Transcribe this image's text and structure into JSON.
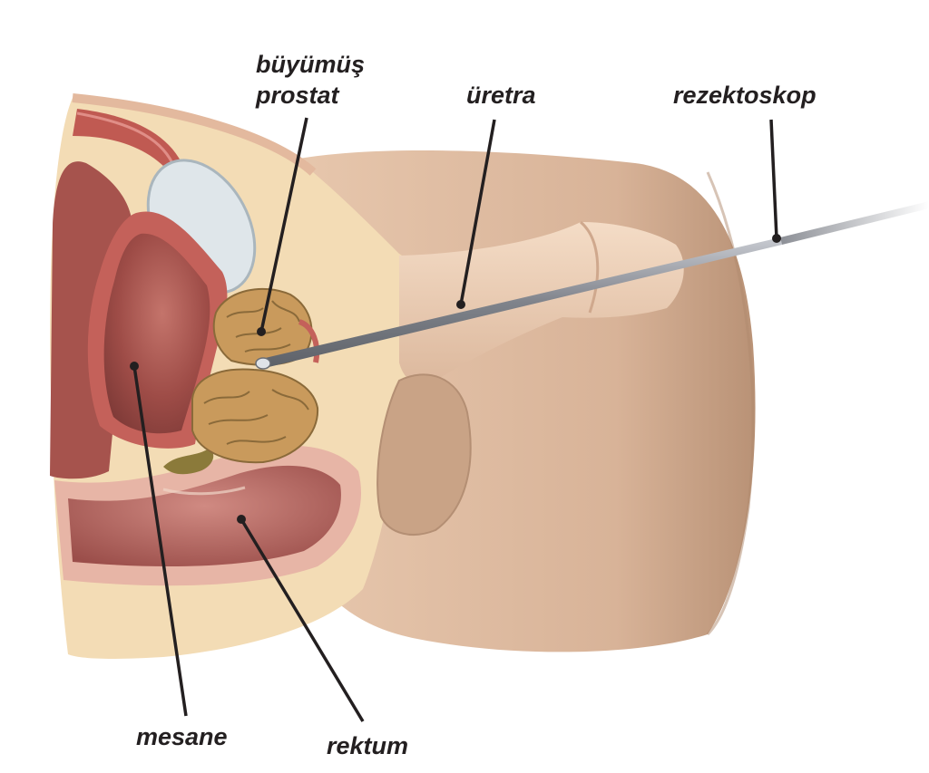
{
  "labels": {
    "prostate_line1": "büyümüş",
    "prostate_line2": "prostat",
    "urethra": "üretra",
    "resectoscope": "rezektoskop",
    "bladder": "mesane",
    "rectum": "rektum"
  },
  "colors": {
    "skin": "#d9b59a",
    "skin_shadow": "#b88f73",
    "fat_tissue": "#f2dcb4",
    "muscle_wall": "#c9605a",
    "bladder_cavity": "#9a4a45",
    "prostate": "#c99a5c",
    "pubic_bone": "#dfe6ea",
    "instrument": "#8c8f96",
    "leader_line": "#231f20"
  }
}
